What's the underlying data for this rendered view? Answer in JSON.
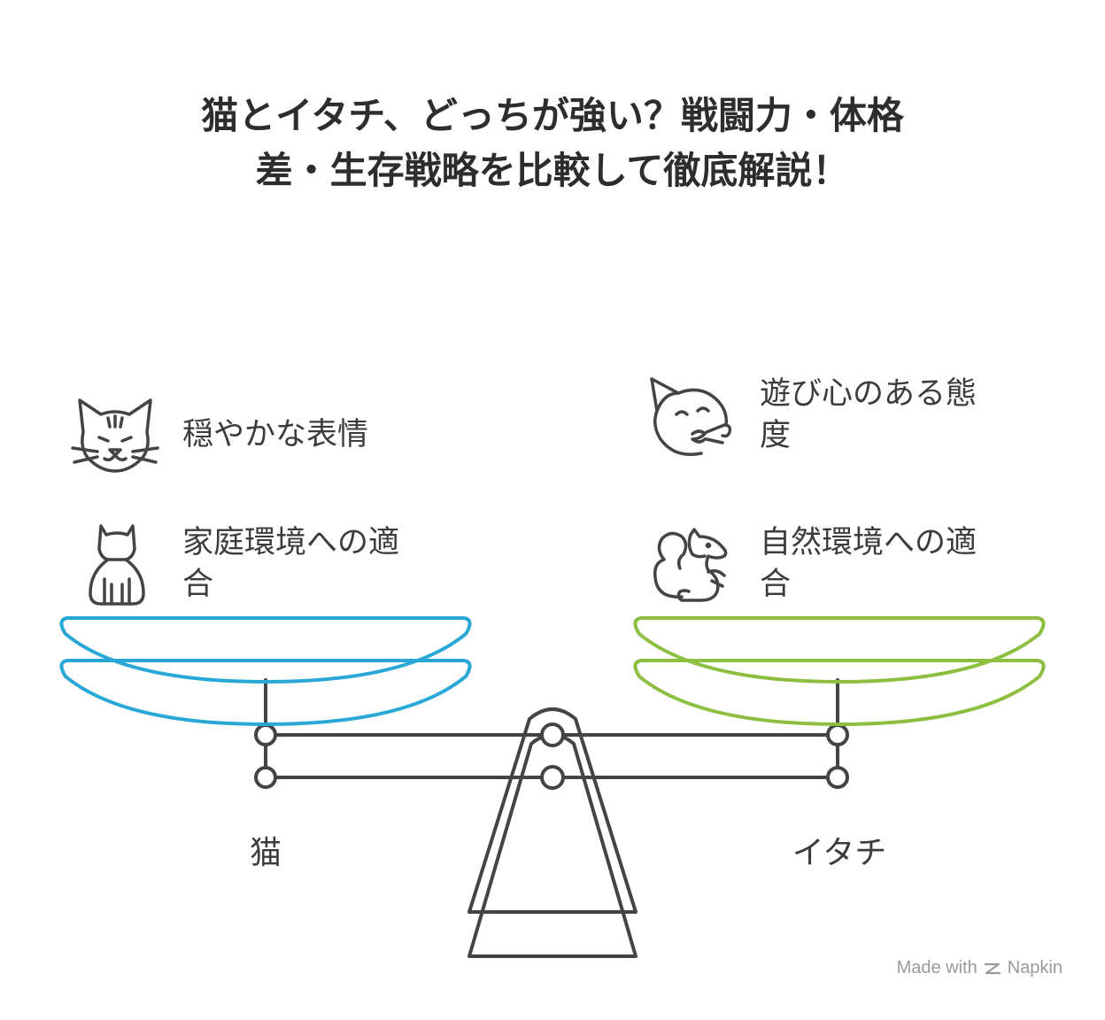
{
  "title": {
    "line1": "猫とイタチ、どっちが強い？戦闘力・体格",
    "line2": "差・生存戦略を比較して徹底解説！"
  },
  "left": {
    "name": "猫",
    "items": [
      {
        "icon": "cat-face-icon",
        "line1": "穏やかな表情",
        "line2": ""
      },
      {
        "icon": "sitting-cat-icon",
        "line1": "家庭環境への適",
        "line2": "合"
      }
    ],
    "color": "#29a8d8"
  },
  "right": {
    "name": "イタチ",
    "items": [
      {
        "icon": "playful-face-icon",
        "line1": "遊び心のある態",
        "line2": "度"
      },
      {
        "icon": "squirrel-icon",
        "line1": "自然環境への適",
        "line2": "合"
      }
    ],
    "color": "#8cbf3f"
  },
  "credit": {
    "prefix": "Made with",
    "brand": "Napkin"
  }
}
